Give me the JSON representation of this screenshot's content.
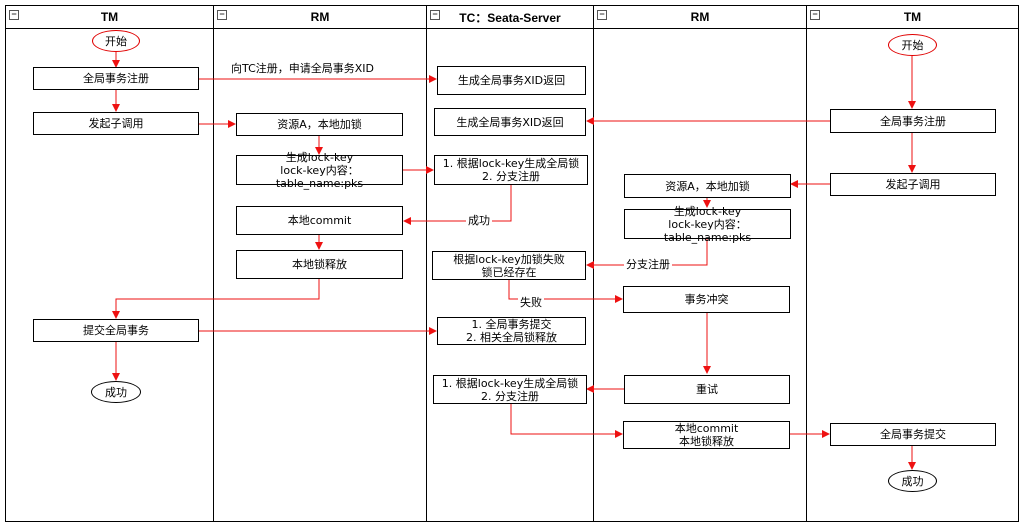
{
  "lanes": [
    {
      "title": "TM"
    },
    {
      "title": "RM"
    },
    {
      "title": "TC：Seata-Server"
    },
    {
      "title": "RM"
    },
    {
      "title": "TM"
    }
  ],
  "nodes": {
    "tm1_start": "开始",
    "tm1_register": "全局事务注册",
    "tm1_invoke": "发起子调用",
    "tm1_commit": "提交全局事务",
    "tm1_success": "成功",
    "rm1_lock": "资源A，本地加锁",
    "rm1_lockkey": "生成lock-key\nlock-key内容：table_name:pks",
    "rm1_commit": "本地commit",
    "rm1_release": "本地锁释放",
    "tc_xid1": "生成全局事务XID返回",
    "tc_xid2": "生成全局事务XID返回",
    "tc_branch1": "1. 根据lock-key生成全局锁\n2. 分支注册",
    "tc_fail": "根据lock-key加锁失败\n锁已经存在",
    "tc_global_commit": "1. 全局事务提交\n2. 相关全局锁释放",
    "tc_branch2": "1. 根据lock-key生成全局锁\n2. 分支注册",
    "rm2_lock": "资源A，本地加锁",
    "rm2_lockkey": "生成lock-key\nlock-key内容：table_name:pks",
    "rm2_conflict": "事务冲突",
    "rm2_retry": "重试",
    "rm2_commit": "本地commit\n本地锁释放",
    "tm2_start": "开始",
    "tm2_register": "全局事务注册",
    "tm2_invoke": "发起子调用",
    "tm2_commit": "全局事务提交",
    "tm2_success": "成功"
  },
  "edge_labels": {
    "register_xid": "向TC注册，申请全局事务XID",
    "success": "成功",
    "branch_register": "分支注册",
    "fail": "失败"
  },
  "colors": {
    "arrow": "#ee1111",
    "border": "#000000",
    "start_border": "#e00000"
  }
}
